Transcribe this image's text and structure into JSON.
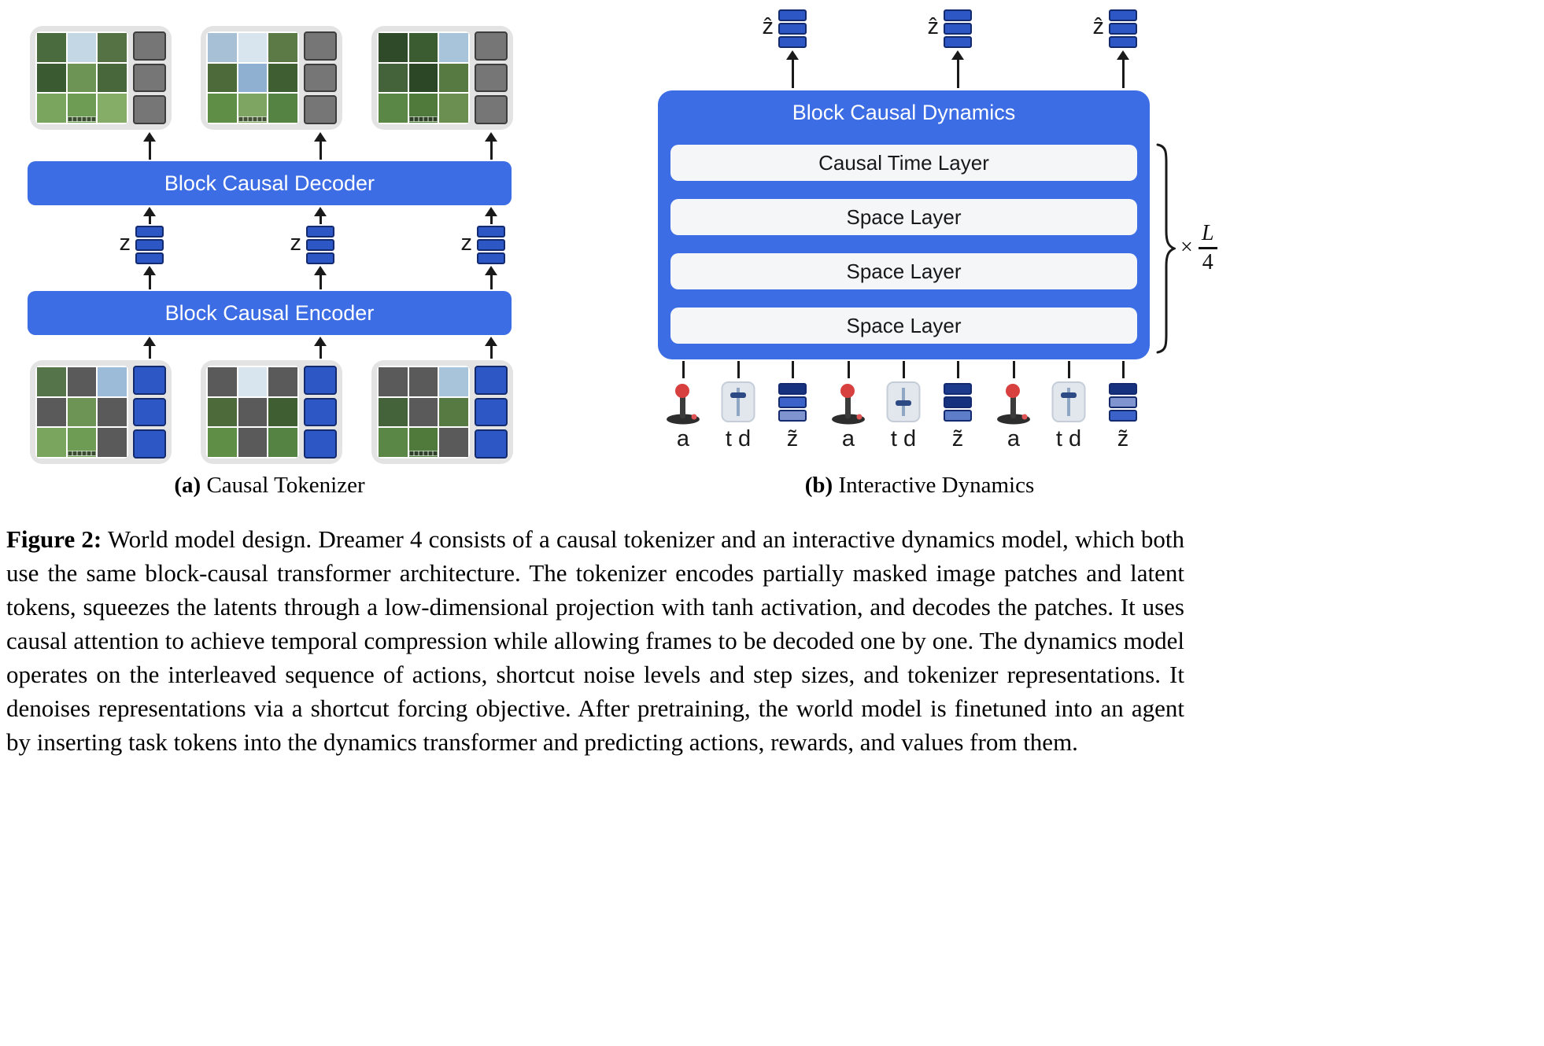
{
  "colors": {
    "accent_blue": "#3c6de5",
    "token_blue": "#2d57c4",
    "token_border": "#132a6e",
    "frame_bg": "#e3e3e3",
    "masked_gray": "#5a5a5a",
    "gray_token": "#767676",
    "gray_token_border": "#3d3d3d",
    "layer_bg": "#f5f6f8",
    "arrow_ink": "#1a1a1a"
  },
  "panel_a": {
    "caption": {
      "label": "(a)",
      "text": "Causal Tokenizer"
    },
    "decoder_label": "Block Causal Decoder",
    "encoder_label": "Block Causal Encoder",
    "latent_label": "z",
    "z_shades": [
      "#2d57c4",
      "#2d57c4",
      "#2d57c4"
    ],
    "top_frames": [
      {
        "cells": [
          "#4a6b3d",
          "#c3d7e5",
          "#547243",
          "#3a5a31",
          "#6d9355",
          "#48683c",
          "#7aa55e",
          "#6f9c55",
          "#86ad68"
        ]
      },
      {
        "cells": [
          "#a7c0d6",
          "#d8e4ee",
          "#5b7a46",
          "#4c6a3a",
          "#8fb0d0",
          "#3f5e31",
          "#5f8f46",
          "#7fa562",
          "#548344"
        ]
      },
      {
        "cells": [
          "#2f4a28",
          "#3b5c30",
          "#a8c4da",
          "#44633a",
          "#2c4726",
          "#567a42",
          "#5a8745",
          "#4f7a3c",
          "#6b8f50"
        ]
      }
    ],
    "bottom_frames": [
      {
        "cells": [
          "#55744a",
          "#c3d7e5",
          "#9cbbd8",
          "#3a5a31",
          "#6d9355",
          "#48683c",
          "#7aa55e",
          "#6f9c55",
          "#86ad68"
        ],
        "masked": [
          1,
          3,
          5,
          8
        ]
      },
      {
        "cells": [
          "#a7c0d6",
          "#d8e4ee",
          "#5b7a46",
          "#4c6a3a",
          "#8fb0d0",
          "#3f5e31",
          "#5f8f46",
          "#7fa562",
          "#548344"
        ],
        "masked": [
          0,
          2,
          4,
          7
        ]
      },
      {
        "cells": [
          "#2f4a28",
          "#3b5c30",
          "#a8c4da",
          "#44633a",
          "#2c4726",
          "#567a42",
          "#5a8745",
          "#4f7a3c",
          "#6b8f50"
        ],
        "masked": [
          0,
          1,
          4,
          8
        ]
      }
    ]
  },
  "panel_b": {
    "caption": {
      "label": "(b)",
      "text": "Interactive Dynamics"
    },
    "box_title": "Block Causal Dynamics",
    "layers": [
      "Causal Time Layer",
      "Space Layer",
      "Space Layer",
      "Space Layer"
    ],
    "output_label": "ẑ",
    "repeat": {
      "times": "×",
      "numerator": "L",
      "denominator": "4"
    },
    "input_labels": [
      "a",
      "t d",
      "z̃"
    ],
    "zhat_shades": [
      "#2d57c4",
      "#2d57c4",
      "#2d57c4"
    ],
    "ztilde_shades": [
      [
        "#16327f",
        "#3a62c8",
        "#8094cf"
      ],
      [
        "#1b3a8c",
        "#16327f",
        "#5d7dc8"
      ],
      [
        "#16327f",
        "#8094cf",
        "#3a62c8"
      ]
    ]
  },
  "figure": {
    "label": "Figure 2:",
    "text": "World model design. Dreamer 4 consists of a causal tokenizer and an interactive dynamics model, which both use the same block-causal transformer architecture. The tokenizer encodes partially masked image patches and latent tokens, squeezes the latents through a low-dimensional projection with tanh activation, and decodes the patches. It uses causal attention to achieve temporal compression while allowing frames to be decoded one by one. The dynamics model operates on the interleaved sequence of actions, shortcut noise levels and step sizes, and tokenizer representations. It denoises representations via a shortcut forcing objective. After pretraining, the world model is finetuned into an agent by inserting task tokens into the dynamics transformer and predicting actions, rewards, and values from them."
  }
}
